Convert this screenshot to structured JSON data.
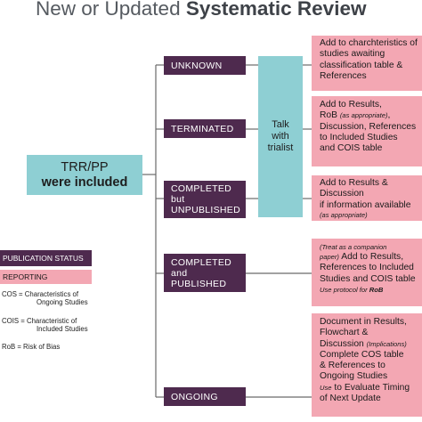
{
  "title": {
    "light": "New or Updated ",
    "bold": "Systematic Review"
  },
  "root": {
    "line1": "TRR/PP",
    "line2": "were included"
  },
  "contact": {
    "line1": "Talk",
    "line2": "with",
    "line3": "trialist"
  },
  "statuses": [
    {
      "lines": [
        "UNKNOWN"
      ]
    },
    {
      "lines": [
        "TERMINATED"
      ]
    },
    {
      "lines": [
        "COMPLETED",
        "but",
        "UNPUBLISHED"
      ]
    },
    {
      "lines": [
        "COMPLETED",
        "and",
        "PUBLISHED"
      ]
    },
    {
      "lines": [
        "ONGOING"
      ]
    }
  ],
  "reports": {
    "unknown": {
      "l1": "Add to charchteristics of",
      "l2": "studies awaiting",
      "l3": "classification table &",
      "l4": "References"
    },
    "terminated": {
      "l1": "Add to Results,",
      "l2a": "RoB ",
      "l2b": "(as appropriate)",
      "l2c": ",",
      "l3": "Discussion, References",
      "l4": "to Included Studies",
      "l5": "and COIS table"
    },
    "unpublished": {
      "l1": "Add to Results &",
      "l2": "Discussion",
      "l3": "if information available",
      "l4": "(as appropriate)"
    },
    "published": {
      "l1": "(Treat as a companion",
      "l2a": "paper)",
      "l2b": " Add to Results,",
      "l3": "References to Included",
      "l4": "Studies and COIS table",
      "l5a": "Use protocol for ",
      "l5b": "RoB"
    },
    "ongoing": {
      "l1": "Document in Results,",
      "l2": "Flowchart &",
      "l3a": "Discussion ",
      "l3b": "(Implications)",
      "l4": "Complete COS table",
      "l5": "& References to",
      "l6": "Ongoing Studies",
      "l7a": "Use",
      "l7b": " to Evaluate Timing",
      "l8": "of Next Update"
    }
  },
  "legend": {
    "status": "PUBLICATION STATUS",
    "report": "REPORTING",
    "cos": [
      "COS = Characteristics of",
      "Ongoing Studies"
    ],
    "cois": [
      "COIS = Characteristic of",
      "Included Studies"
    ],
    "rob": "RoB = Risk of Bias"
  },
  "colors": {
    "status": "#4e2a4e",
    "reporting": "#f3a7b3",
    "highlight": "#8ecfd3",
    "connector": "#6a6a6a"
  }
}
